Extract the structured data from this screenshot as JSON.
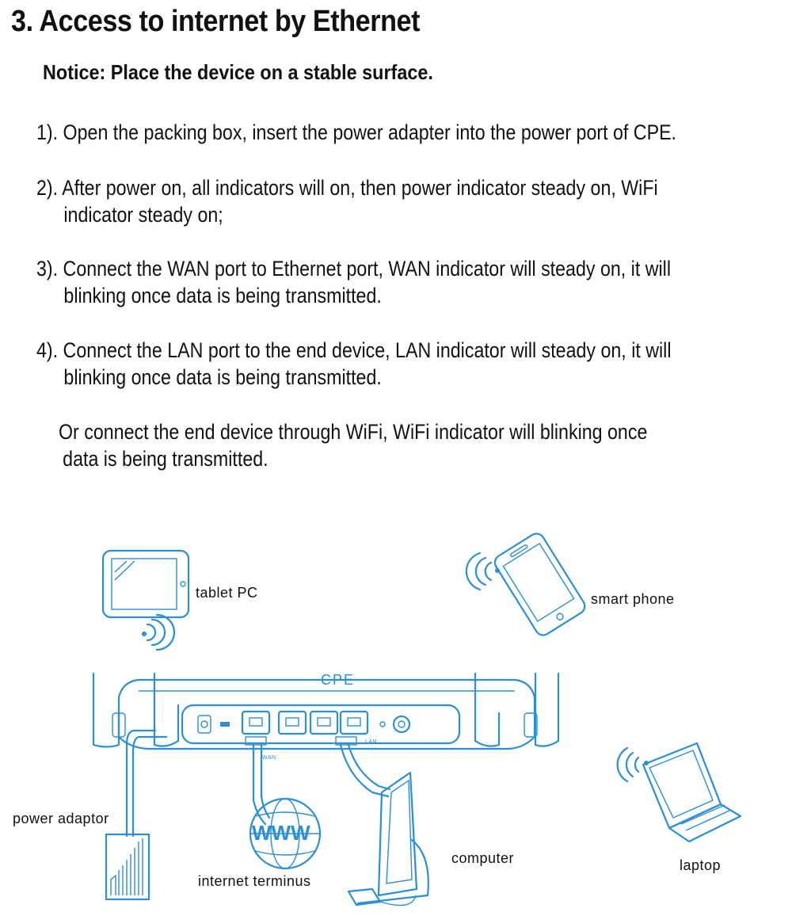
{
  "heading": "3. Access to internet by Ethernet",
  "notice": "Notice: Place the device on a stable surface.",
  "steps": [
    {
      "line1": "1). Open the packing box, insert the power adapter into the power port of CPE.",
      "line2": ""
    },
    {
      "line1": "2). After power on, all indicators will on, then power indicator steady on, WiFi",
      "line2": "indicator steady on;"
    },
    {
      "line1": "3). Connect the WAN port to Ethernet port, WAN indicator will steady on, it will",
      "line2": "blinking once data is being transmitted."
    },
    {
      "line1": "4). Connect the LAN port to the end device, LAN indicator will steady on, it will",
      "line2": "blinking once data is being transmitted."
    }
  ],
  "alternative": {
    "line1": "Or connect the end device through WiFi, WiFi indicator will blinking once",
    "line2": "data is being transmitted."
  },
  "diagram": {
    "labels": {
      "tablet": "tablet PC",
      "phone": "smart phone",
      "cpe": "CPE",
      "power": "power adaptor",
      "www": "WWW",
      "internet": "internet   terminus",
      "computer": "computer",
      "laptop": "laptop",
      "wan": "WAN",
      "lan": "LAN"
    },
    "accent_color": "#2a8fd6"
  }
}
